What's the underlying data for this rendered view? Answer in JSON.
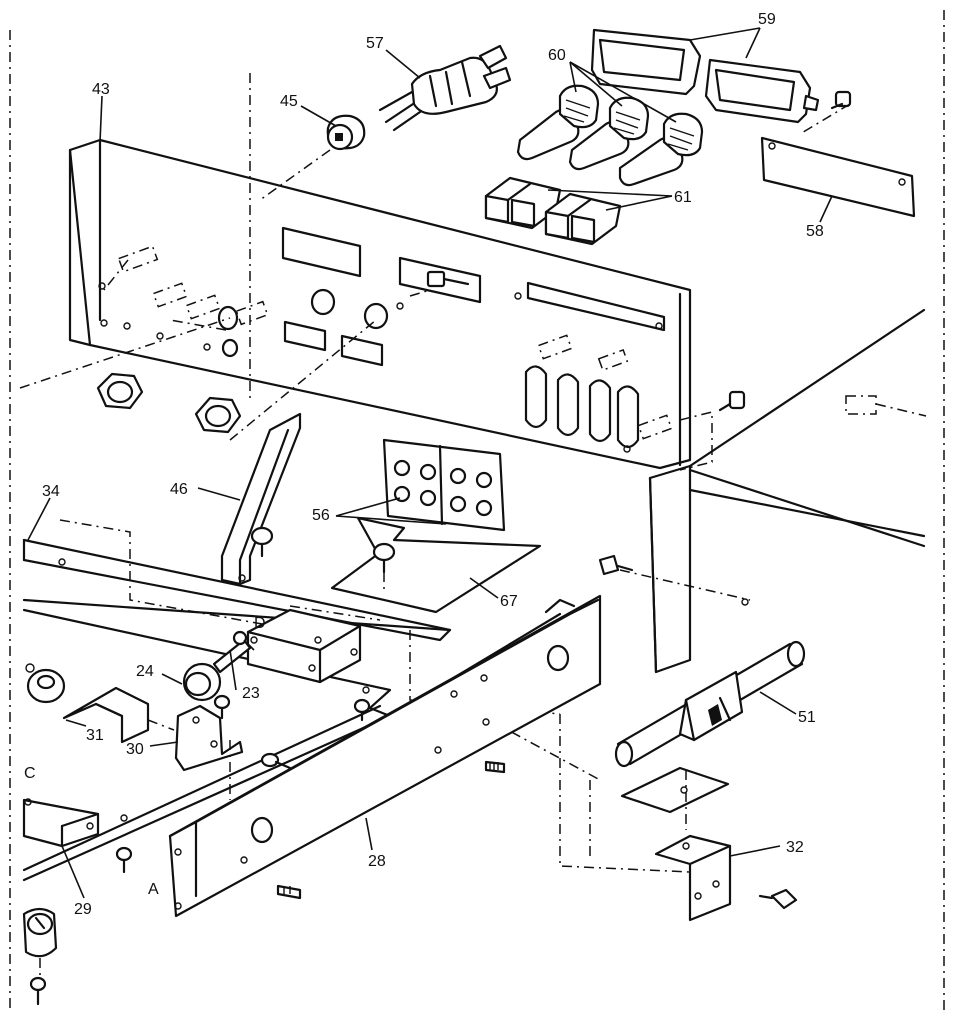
{
  "callouts": {
    "n43": "43",
    "n45": "45",
    "n57": "57",
    "n60": "60",
    "n59": "59",
    "n61": "61",
    "n58": "58",
    "n46": "46",
    "n56": "56",
    "n67": "67",
    "n34": "34",
    "n24": "24",
    "n23": "23",
    "n31": "31",
    "n30": "30",
    "n51": "51",
    "n32": "32",
    "n28": "28",
    "n29": "29"
  },
  "letters": {
    "a": "A",
    "c": "C",
    "d": "D"
  },
  "colors": {
    "ink": "#111111",
    "paper": "#ffffff"
  }
}
